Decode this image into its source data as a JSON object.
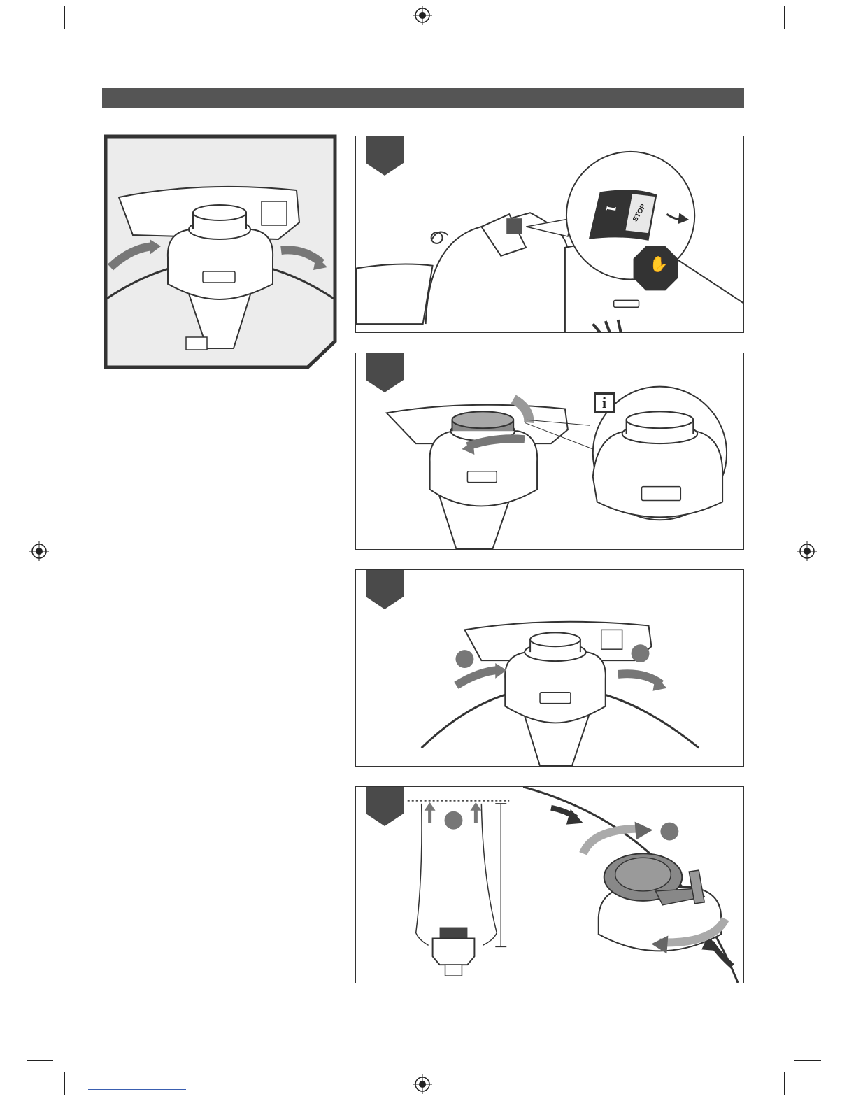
{
  "page": {
    "header_bar_color": "#555555",
    "step_tab_color": "#4a4a4a",
    "footer_link_color": "#3a5fb0"
  },
  "steps": [
    {
      "icon": "stop-switch-icon"
    },
    {
      "icon": "info-icon",
      "info_symbol": "i"
    },
    {
      "icon": "cover-remove-icon"
    },
    {
      "icon": "line-feed-icon"
    }
  ],
  "switch": {
    "on_symbol": "I",
    "stop_label": "STOP"
  }
}
